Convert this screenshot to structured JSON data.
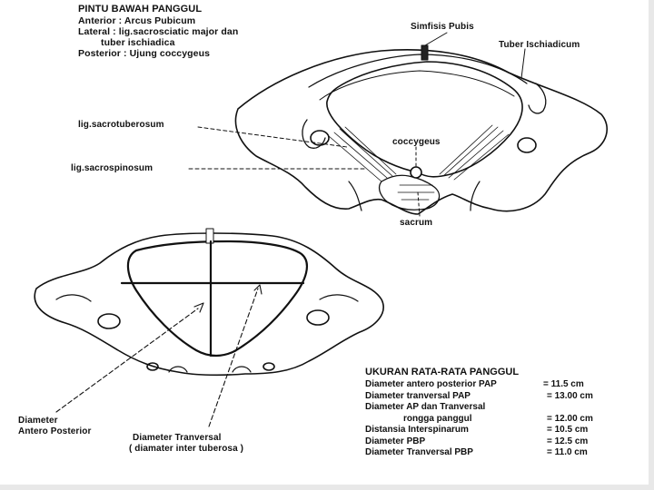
{
  "top_panel": {
    "title": "PINTU BAWAH PANGGUL",
    "lines": [
      "Anterior : Arcus Pubicum",
      "Lateral : lig.sacrosciatic major dan",
      "tuber ischiadica",
      "Posterior : Ujung coccygeus"
    ],
    "labels": {
      "simfisis": "Simfisis Pubis",
      "tuber": "Tuber Ischiadicum",
      "sacrotuberosum": "lig.sacrotuberosum",
      "coccygeus": "coccygeus",
      "sacrospinosum": "lig.sacrospinosum",
      "sacrum": "sacrum"
    }
  },
  "bottom_panel": {
    "labels": {
      "diameter_ap_1": "Diameter",
      "diameter_ap_2": "Antero Posterior",
      "diameter_tr_1": "Diameter Tranversal",
      "diameter_tr_2": "( diamater inter tuberosa )"
    }
  },
  "measurements": {
    "title": "UKURAN RATA-RATA PANGGUL",
    "rows": [
      {
        "name": "Diameter antero posterior PAP",
        "value": "= 11.5 cm"
      },
      {
        "name": "Diameter tranversal PAP",
        "value": "= 13.00 cm"
      },
      {
        "name": "Diameter AP dan Tranversal",
        "value": ""
      },
      {
        "name": "rongga panggul",
        "value": "= 12.00 cm"
      },
      {
        "name": "Distansia Interspinarum",
        "value": "= 10.5 cm"
      },
      {
        "name": "Diameter PBP",
        "value": "= 12.5 cm"
      },
      {
        "name": "Diameter Tranversal PBP",
        "value": "= 11.0 cm"
      }
    ]
  }
}
